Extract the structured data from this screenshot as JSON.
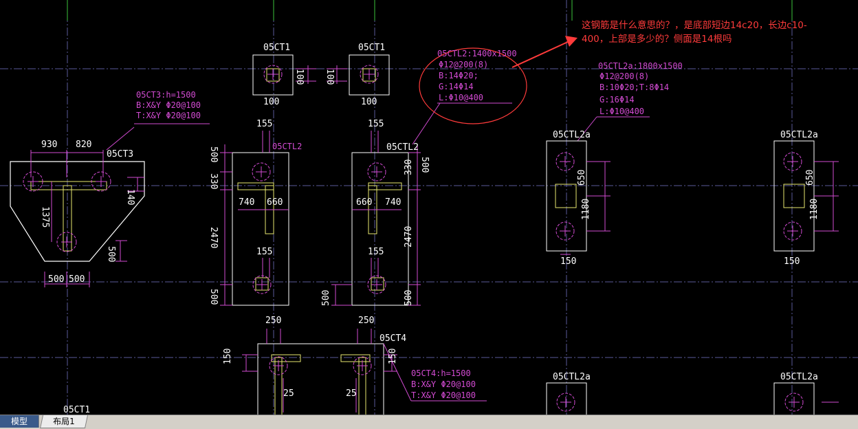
{
  "tabs": {
    "model": "模型",
    "layout1": "布局1"
  },
  "annotation": {
    "line1": "这钢筋是什么意思的？，是底部短边14c20，长边c10-",
    "line2": "400，上部是多少的？侧面是14根吗"
  },
  "labels": {
    "ct1_a": "05CT1",
    "ct1_b": "05CT1",
    "ct1_bottom": "05CT1",
    "ct3": "05CT3",
    "ctl2_a": "05CTL2",
    "ctl2_b": "05CTL2",
    "ctl2a_1": "05CTL2a",
    "ctl2a_2": "05CTL2a",
    "ctl2a_3": "05CTL2a",
    "ctl2a_4": "05CTL2a",
    "ct4": "05CT4"
  },
  "notes": {
    "ct3": [
      "05CT3:h=1500",
      "B:X&Y  Φ20@100",
      "T:X&Y  Φ20@100"
    ],
    "ctl2": [
      "05CTL2:1400x1500",
      "Φ12@200(8)",
      "B:14Φ20;",
      "G:14Φ14",
      "L:Φ10@400"
    ],
    "ctl2a": [
      "05CTL2a:1800x1500",
      "Φ12@200(8)",
      "B:10Φ20;T:8Φ14",
      "G:16Φ14",
      "L:Φ10@400"
    ],
    "ct4": [
      "05CT4:h=1500",
      "B:X&Y  Φ20@100",
      "T:X&Y  Φ20@100"
    ]
  },
  "dims": {
    "d930": "930",
    "d820": "820",
    "d140": "140",
    "d1375": "1375",
    "d500a": "500",
    "d500b": "500",
    "d500c": "500",
    "d100a": "100",
    "d100b": "100",
    "d100c": "100",
    "d100d": "100",
    "d155a": "155",
    "d155b": "155",
    "d155c": "155",
    "d155d": "155",
    "d500l1": "500",
    "d330l": "330",
    "d2470l": "2470",
    "d500l2": "500",
    "d740a": "740",
    "d660a": "660",
    "d660b": "660",
    "d740b": "740",
    "d330r": "330",
    "d500r1": "500",
    "d2470r": "2470",
    "d500r2": "500",
    "d500r3": "500",
    "d650a": "650",
    "d1180a": "1180",
    "d150a": "150",
    "d650b": "650",
    "d1180b": "1180",
    "d150b": "150",
    "d250a": "250",
    "d250b": "250",
    "d150c": "150",
    "d150d": "150",
    "d25a": "25",
    "d25b": "25"
  },
  "colors": {
    "background": "#000000",
    "outline": "#ffffff",
    "dimension": "#d24bd2",
    "rebar": "#e8e870",
    "grid": "#5a5a9a",
    "annotation": "#ff3b3b",
    "axis_green": "#3cc43c"
  }
}
